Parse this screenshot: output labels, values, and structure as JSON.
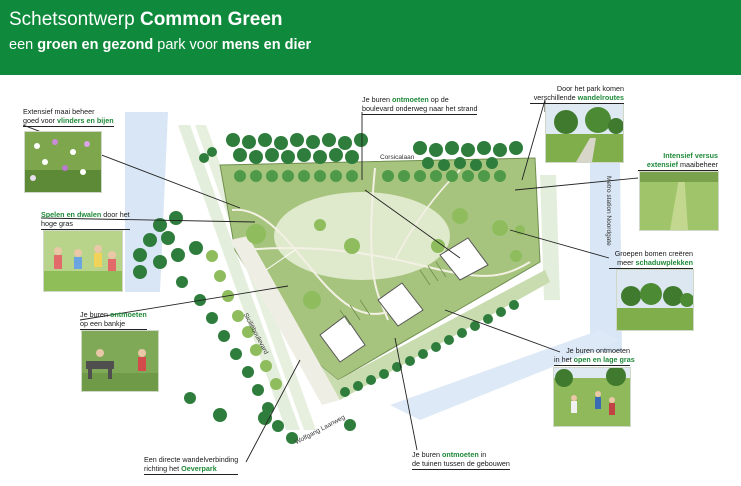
{
  "header": {
    "title_regular": "Schetsontwerp ",
    "title_bold": "Common Green",
    "sub_1": "een ",
    "sub_2": "groen en gezond",
    "sub_3": " park voor ",
    "sub_4": "mens en dier"
  },
  "streets": {
    "corsicalaan": "Corsicalaan",
    "sicilieboulevard": "Siciliëboulevard",
    "wolfgang": "Wolfgang Laanweg",
    "metro": "Metro station Noordgate"
  },
  "labels": {
    "maaibeheer": {
      "l1": "Extensief maai beheer",
      "l2a": "goed voor ",
      "l2b": "vlinders en bijen"
    },
    "boulevard": {
      "l1a": "Je buren ",
      "l1b": "ontmoeten",
      "l1c": " op de",
      "l2": "boulevard onderweg naar het strand"
    },
    "wandelroutes": {
      "l1": "Door het park komen",
      "l2a": "verschillende ",
      "l2b": "wandelroutes"
    },
    "spelen": {
      "l1a": "Spelen en dwalen",
      "l1b": " door het",
      "l2": "hoge gras"
    },
    "intensief": {
      "l1": "Intensief versus",
      "l2a": "extensief",
      "l2b": " maaibeheer"
    },
    "schaduw": {
      "l1": "Groepen bomen creëren",
      "l2a": "meer ",
      "l2b": "schaduwplekken"
    },
    "bankje": {
      "l1a": "Je buren ",
      "l1b": "ontmoeten",
      "l2": "op een bankje"
    },
    "open_gras": {
      "l1": "Je buren ontmoeten",
      "l2a": "in het ",
      "l2b": "open en lage gras"
    },
    "tuinen": {
      "l1a": "Je buren ",
      "l1b": "ontmoeten",
      "l1c": " in",
      "l2": "de tuinen tussen de gebouwen"
    },
    "oeverpark": {
      "l1": "Een directe wandelverbinding",
      "l2a": "richting het ",
      "l2b": "Oeverpark"
    }
  }
}
